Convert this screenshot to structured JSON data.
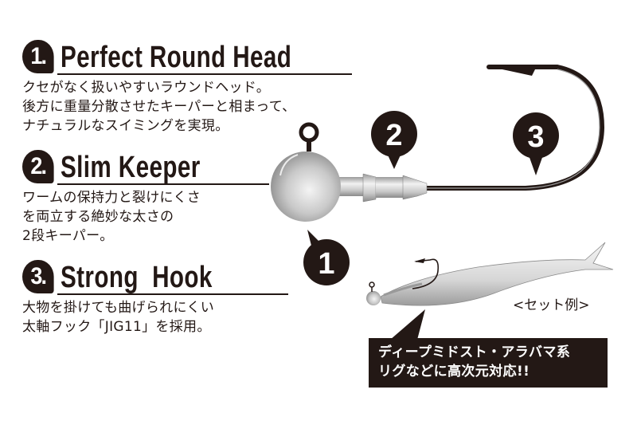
{
  "features": [
    {
      "number": "1.",
      "title": "Perfect Round Head",
      "description": [
        "クセがなく扱いやすいラウンドヘッド。",
        "後方に重量分散させたキーパーと相まって、",
        "ナチュラルなスイミングを実現。"
      ]
    },
    {
      "number": "2.",
      "title": "Slim Keeper",
      "description": [
        "ワームの保持力と裂けにくさ",
        "を両立する絶妙な太さの",
        "2段キーパー。"
      ]
    },
    {
      "number": "3.",
      "title": "Strong  Hook",
      "description": [
        "大物を掛けても曲げられにくい",
        "太軸フック「JIG11」を採用。"
      ]
    }
  ],
  "diagram": {
    "pins": [
      "1",
      "2",
      "3"
    ],
    "pin_labels": [
      "round-head",
      "slim-keeper",
      "strong-hook"
    ]
  },
  "set_example_label": "<セット例>",
  "callout": {
    "lines": [
      "ディープミドスト・アラバマ系",
      "リグなどに高次元対応!!"
    ]
  },
  "colors": {
    "ink": "#231815",
    "background": "#ffffff",
    "metal_light": "#e6e6e6",
    "metal_dark": "#8c8c8c"
  }
}
